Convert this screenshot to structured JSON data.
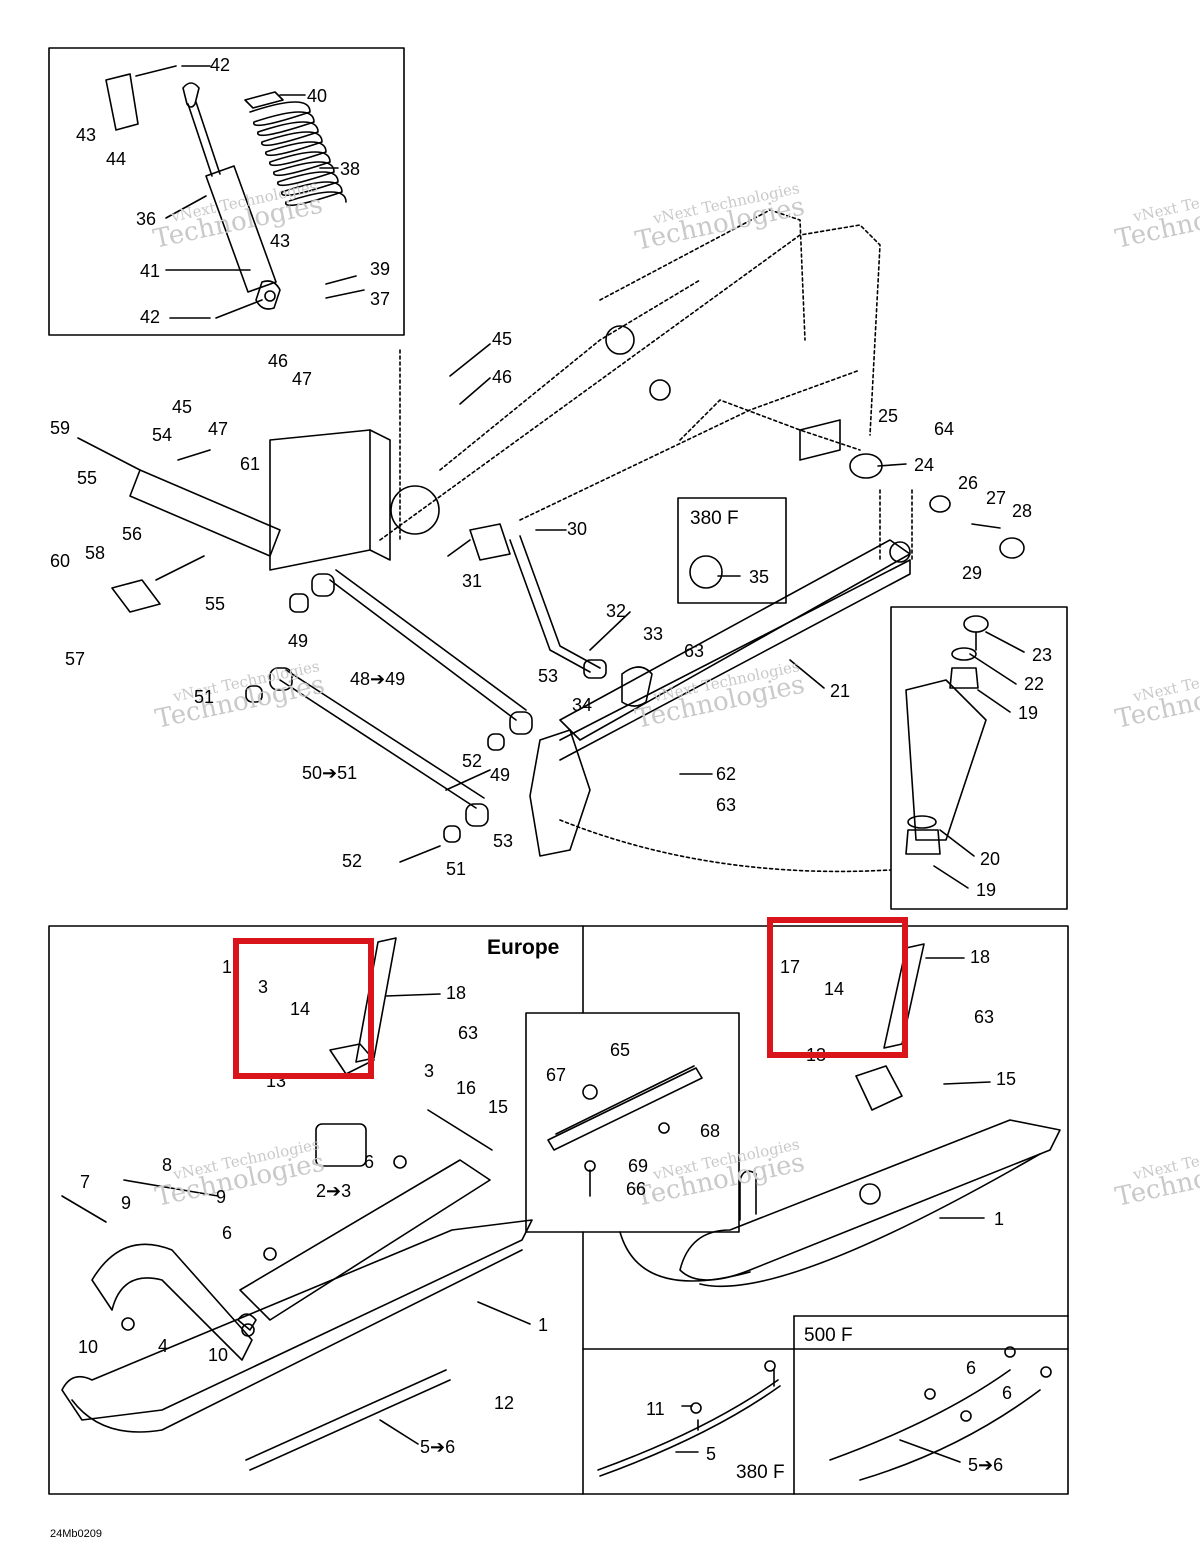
{
  "diagram": {
    "drawing_code": "24Mb0209",
    "highlight_color": "#d9141b",
    "watermark": {
      "line1": "vNext Technologies",
      "line2": "Technologies"
    },
    "insets": {
      "shock": "shock-absorber-inset",
      "p380f": "380 F",
      "kingpin": "kingpin-inset",
      "europe": "Europe",
      "bracket": "bracket-inset",
      "p380f_runner": "380 F",
      "p500f_runner": "500 F"
    },
    "callouts": [
      {
        "id": "c42a",
        "t": "42"
      },
      {
        "id": "c40",
        "t": "40"
      },
      {
        "id": "c43",
        "t": "43"
      },
      {
        "id": "c44",
        "t": "44"
      },
      {
        "id": "c38",
        "t": "38"
      },
      {
        "id": "c36",
        "t": "36"
      },
      {
        "id": "c43b",
        "t": "43"
      },
      {
        "id": "c41",
        "t": "41"
      },
      {
        "id": "c39",
        "t": "39"
      },
      {
        "id": "c37",
        "t": "37"
      },
      {
        "id": "c42b",
        "t": "42"
      },
      {
        "id": "c45a",
        "t": "45"
      },
      {
        "id": "c46a",
        "t": "46"
      },
      {
        "id": "c46b",
        "t": "46"
      },
      {
        "id": "c47a",
        "t": "47"
      },
      {
        "id": "c45b",
        "t": "45"
      },
      {
        "id": "c47b",
        "t": "47"
      },
      {
        "id": "c59",
        "t": "59"
      },
      {
        "id": "c54",
        "t": "54"
      },
      {
        "id": "c61",
        "t": "61"
      },
      {
        "id": "c55a",
        "t": "55"
      },
      {
        "id": "c56",
        "t": "56"
      },
      {
        "id": "c60",
        "t": "60"
      },
      {
        "id": "c58",
        "t": "58"
      },
      {
        "id": "c55b",
        "t": "55"
      },
      {
        "id": "c57",
        "t": "57"
      },
      {
        "id": "c49a",
        "t": "49"
      },
      {
        "id": "c4849",
        "t": "48➔49"
      },
      {
        "id": "c51a",
        "t": "51"
      },
      {
        "id": "c5051",
        "t": "50➔51"
      },
      {
        "id": "c52a",
        "t": "52"
      },
      {
        "id": "c49b",
        "t": "49"
      },
      {
        "id": "c53a",
        "t": "53"
      },
      {
        "id": "c53b",
        "t": "53"
      },
      {
        "id": "c52b",
        "t": "52"
      },
      {
        "id": "c51b",
        "t": "51"
      },
      {
        "id": "c25",
        "t": "25"
      },
      {
        "id": "c64",
        "t": "64"
      },
      {
        "id": "c24",
        "t": "24"
      },
      {
        "id": "c26",
        "t": "26"
      },
      {
        "id": "c27",
        "t": "27"
      },
      {
        "id": "c28",
        "t": "28"
      },
      {
        "id": "c29",
        "t": "29"
      },
      {
        "id": "c30",
        "t": "30"
      },
      {
        "id": "c31",
        "t": "31"
      },
      {
        "id": "c35",
        "t": "35"
      },
      {
        "id": "c32",
        "t": "32"
      },
      {
        "id": "c33",
        "t": "33"
      },
      {
        "id": "c63a",
        "t": "63"
      },
      {
        "id": "c34",
        "t": "34"
      },
      {
        "id": "c21",
        "t": "21"
      },
      {
        "id": "c62",
        "t": "62"
      },
      {
        "id": "c63b",
        "t": "63"
      },
      {
        "id": "c23",
        "t": "23"
      },
      {
        "id": "c22",
        "t": "22"
      },
      {
        "id": "c19a",
        "t": "19"
      },
      {
        "id": "c20",
        "t": "20"
      },
      {
        "id": "c19b",
        "t": "19"
      },
      {
        "id": "c1a",
        "t": "1"
      },
      {
        "id": "c3a",
        "t": "3"
      },
      {
        "id": "c14a",
        "t": "14"
      },
      {
        "id": "c18a",
        "t": "18"
      },
      {
        "id": "c63c",
        "t": "63"
      },
      {
        "id": "c13a",
        "t": "13"
      },
      {
        "id": "c3b",
        "t": "3"
      },
      {
        "id": "c16a",
        "t": "16"
      },
      {
        "id": "c15a",
        "t": "15"
      },
      {
        "id": "c6a",
        "t": "6"
      },
      {
        "id": "c8",
        "t": "8"
      },
      {
        "id": "c7",
        "t": "7"
      },
      {
        "id": "c9a",
        "t": "9"
      },
      {
        "id": "c9b",
        "t": "9"
      },
      {
        "id": "c23b",
        "t": "2➔3"
      },
      {
        "id": "c6b",
        "t": "6"
      },
      {
        "id": "c1b",
        "t": "1"
      },
      {
        "id": "c10a",
        "t": "10"
      },
      {
        "id": "c4",
        "t": "4"
      },
      {
        "id": "c10b",
        "t": "10"
      },
      {
        "id": "c12",
        "t": "12"
      },
      {
        "id": "c56b",
        "t": "5➔6"
      },
      {
        "id": "c65",
        "t": "65"
      },
      {
        "id": "c67",
        "t": "67"
      },
      {
        "id": "c68",
        "t": "68"
      },
      {
        "id": "c69",
        "t": "69"
      },
      {
        "id": "c66",
        "t": "66"
      },
      {
        "id": "c17",
        "t": "17"
      },
      {
        "id": "c14b",
        "t": "14"
      },
      {
        "id": "c18b",
        "t": "18"
      },
      {
        "id": "c63d",
        "t": "63"
      },
      {
        "id": "c13b",
        "t": "13"
      },
      {
        "id": "c15b",
        "t": "15"
      },
      {
        "id": "c1c",
        "t": "1"
      },
      {
        "id": "c11",
        "t": "11"
      },
      {
        "id": "c5",
        "t": "5"
      },
      {
        "id": "c6c",
        "t": "6"
      },
      {
        "id": "c6d",
        "t": "6"
      },
      {
        "id": "c56c",
        "t": "5➔6"
      }
    ]
  }
}
